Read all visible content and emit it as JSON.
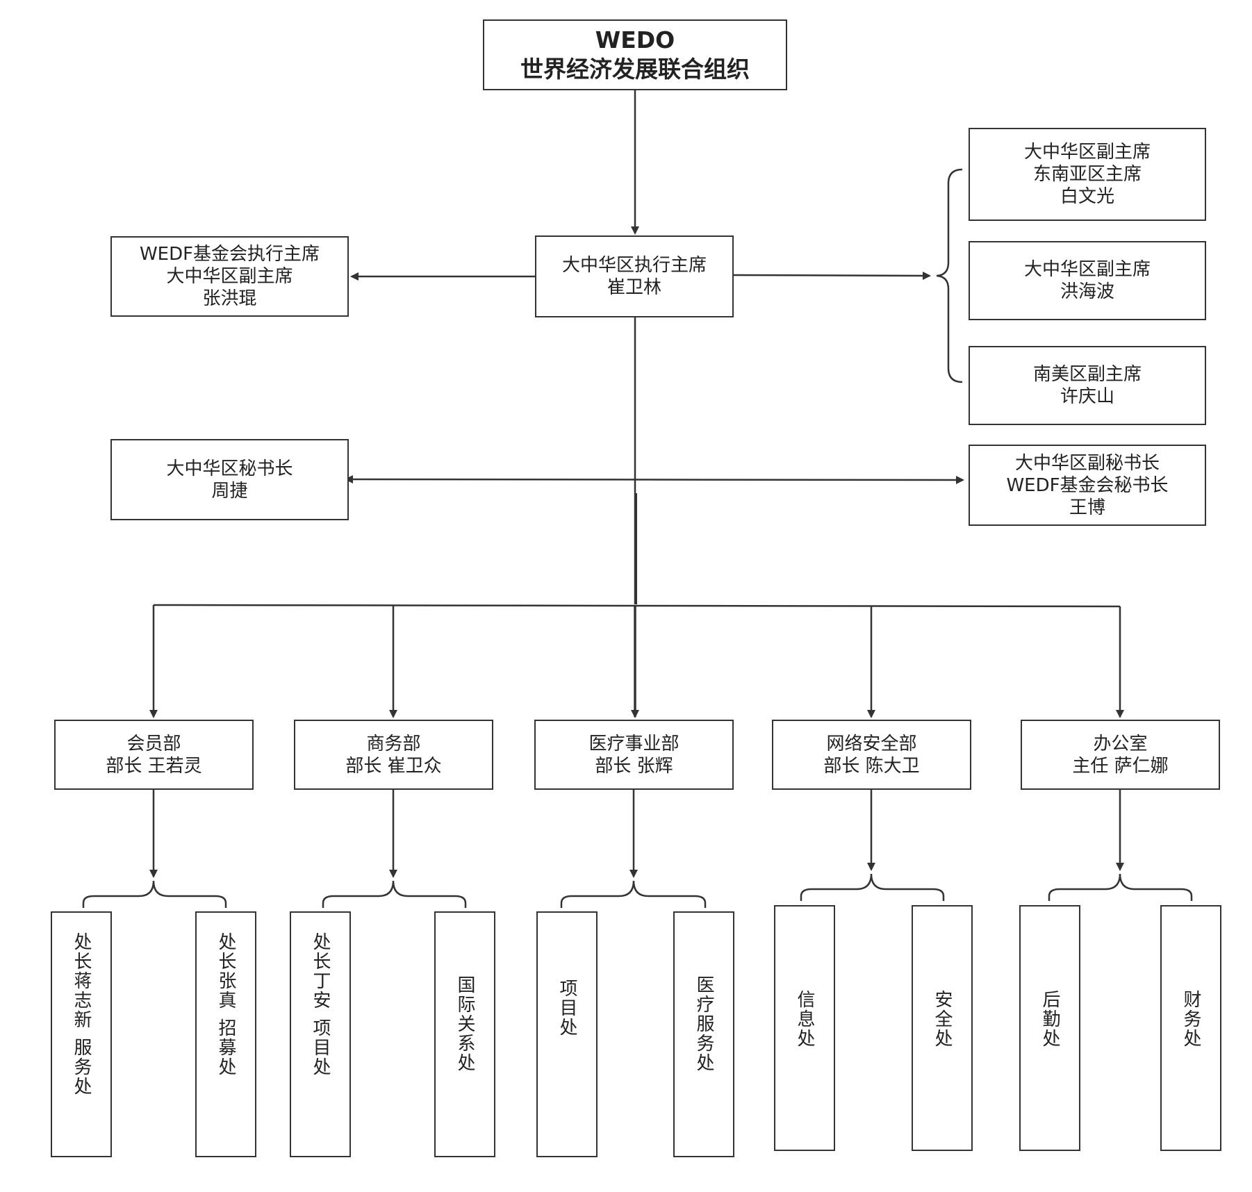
{
  "top": {
    "line1": "WEDO",
    "line2": "世界经济发展联合组织"
  },
  "exec": {
    "line1": "大中华区执行主席",
    "line2": "崔卫林"
  },
  "wedf_exec": {
    "line1": "WEDF基金会执行主席",
    "line2": "大中华区副主席",
    "line3": "张洪琨"
  },
  "vp1": {
    "line1": "大中华区副主席",
    "line2": "东南亚区主席",
    "line3": "白文光"
  },
  "vp2": {
    "line1": "大中华区副主席",
    "line2": "洪海波"
  },
  "vp3": {
    "line1": "南美区副主席",
    "line2": "许庆山"
  },
  "secretary": {
    "line1": "大中华区秘书长",
    "line2": "周捷"
  },
  "deputy_secretary": {
    "line1": "大中华区副秘书长",
    "line2": "WEDF基金会秘书长",
    "line3": "王博"
  },
  "departments": [
    {
      "name": "会员部",
      "head": "部长 王若灵"
    },
    {
      "name": "商务部",
      "head": "部长 崔卫众"
    },
    {
      "name": "医疗事业部",
      "head": "部长 张辉"
    },
    {
      "name": "网络安全部",
      "head": "部长 陈大卫"
    },
    {
      "name": "办公室",
      "head": "主任 萨仁娜"
    }
  ],
  "offices": {
    "service": {
      "name": "服务处",
      "head": "处长蒋志新"
    },
    "recruit": {
      "name": "招募处",
      "head": "处长张真"
    },
    "biz_project": {
      "name": "项目处",
      "head": "处长丁安"
    },
    "intl": {
      "name": "国际关系处"
    },
    "med_project": {
      "name": "项目处"
    },
    "med_service": {
      "name": "医疗服务处"
    },
    "info": {
      "name": "信息处"
    },
    "security": {
      "name": "安全处"
    },
    "logistics": {
      "name": "后勤处"
    },
    "finance": {
      "name": "财务处"
    }
  }
}
